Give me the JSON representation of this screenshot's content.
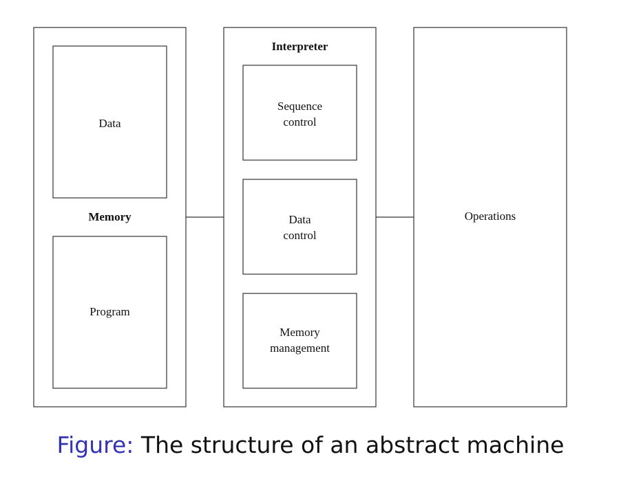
{
  "diagram": {
    "memory": {
      "label": "Memory",
      "data_label": "Data",
      "program_label": "Program"
    },
    "interpreter": {
      "label": "Interpreter",
      "sequence_control": [
        "Sequence",
        "control"
      ],
      "data_control": [
        "Data",
        "control"
      ],
      "memory_management": [
        "Memory",
        "management"
      ]
    },
    "operations": {
      "label": "Operations"
    }
  },
  "caption": {
    "prefix": "Figure:",
    "text": "The structure of an abstract machine"
  },
  "colors": {
    "caption_prefix": "#3333b3",
    "stroke": "#333333",
    "text": "#111111"
  }
}
